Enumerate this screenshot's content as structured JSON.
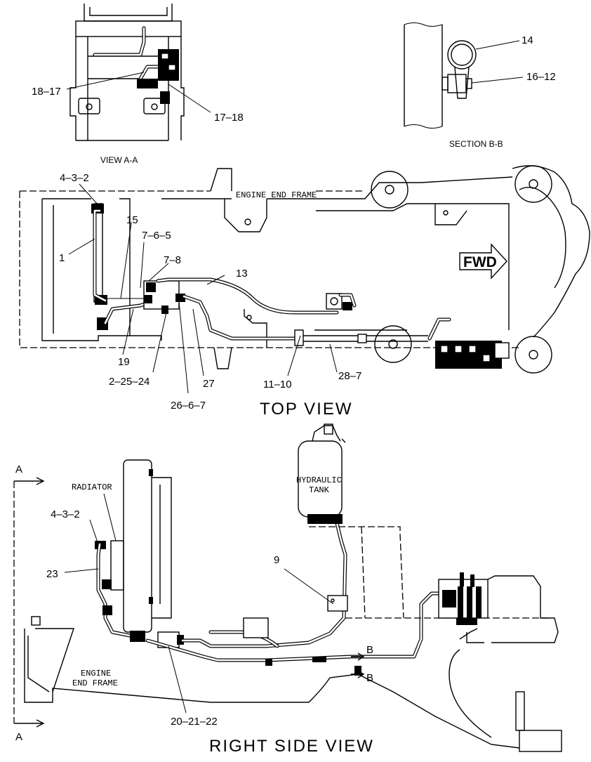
{
  "views": {
    "view_aa": "VIEW A-A",
    "section_bb": "SECTION B-B",
    "top": "TOP VIEW",
    "right_side": "RIGHT SIDE VIEW"
  },
  "labels": {
    "engine_end_frame_top": "ENGINE END FRAME",
    "fwd": "FWD",
    "radiator": "RADIATOR",
    "hydraulic_tank_1": "HYDRAULIC",
    "hydraulic_tank_2": "TANK",
    "engine_end_frame_side_1": "ENGINE",
    "engine_end_frame_side_2": "END FRAME",
    "section_a_top": "A",
    "section_a_bottom": "A",
    "section_b_top": "B",
    "section_b_bottom": "B"
  },
  "callouts": {
    "c18_17": "18–17",
    "c17_18": "17–18",
    "c14": "14",
    "c16_12": "16–12",
    "c4_3_2_top": "4–3–2",
    "c15": "15",
    "c7_6_5": "7–6–5",
    "c1": "1",
    "c7_8": "7–8",
    "c13": "13",
    "c19": "19",
    "c2_25_24": "2–25–24",
    "c27": "27",
    "c26_6_7": "26–6–7",
    "c11_10": "11–10",
    "c28_7": "28–7",
    "c4_3_2_side": "4–3–2",
    "c23": "23",
    "c9": "9",
    "c20_21_22": "20–21–22"
  }
}
